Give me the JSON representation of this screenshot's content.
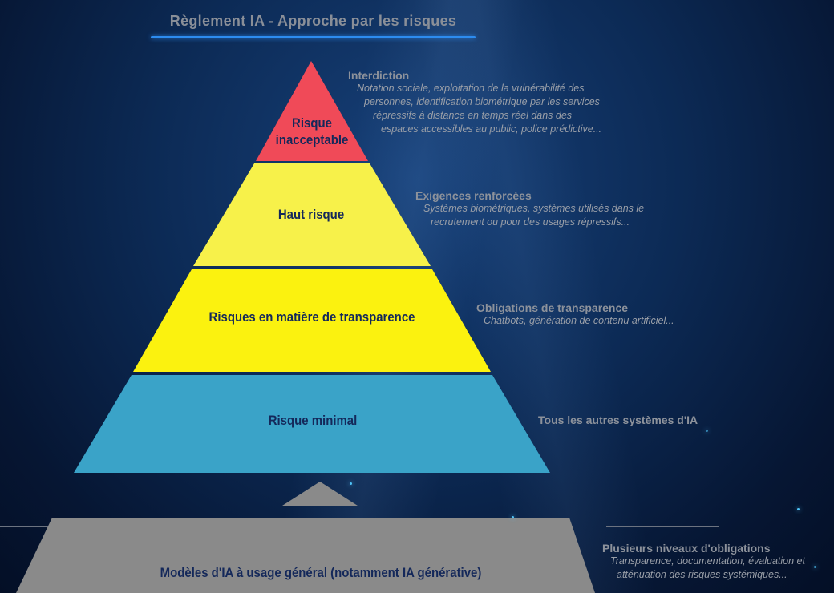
{
  "title": "Règlement IA - Approche par les risques",
  "tiers": [
    {
      "label_lines": [
        "Risque",
        "inacceptable"
      ],
      "color": "#f04a58"
    },
    {
      "label": "Haut risque",
      "color": "#f7f14a"
    },
    {
      "label": "Risques en matière de transparence",
      "color": "#fbf20f"
    },
    {
      "label": "Risque minimal",
      "color": "#3aa3c8"
    }
  ],
  "annotations": {
    "interdiction": {
      "heading": "Interdiction",
      "lines": [
        "Notation sociale, exploitation de la vulnérabilité des",
        "personnes, identification biométrique par les services",
        "répressifs à distance en temps réel dans des",
        "espaces accessibles au public, police prédictive..."
      ]
    },
    "exigences": {
      "heading": "Exigences renforcées",
      "lines": [
        "Systèmes biométriques, systèmes utilisés dans le",
        "recrutement ou pour des usages répressifs..."
      ]
    },
    "obligations": {
      "heading": "Obligations de transparence",
      "lines": [
        "Chatbots, génération de contenu artificiel..."
      ]
    },
    "minimal": {
      "heading": "Tous les autres systèmes d'IA"
    },
    "gpai": {
      "heading": "Plusieurs niveaux d'obligations",
      "lines": [
        "Transparence, documentation, évaluation  et",
        "atténuation des risques systémiques..."
      ]
    }
  },
  "gpai": {
    "label": "Modèles d'IA à usage général (notamment IA générative)",
    "color": "#8a8a8a"
  }
}
